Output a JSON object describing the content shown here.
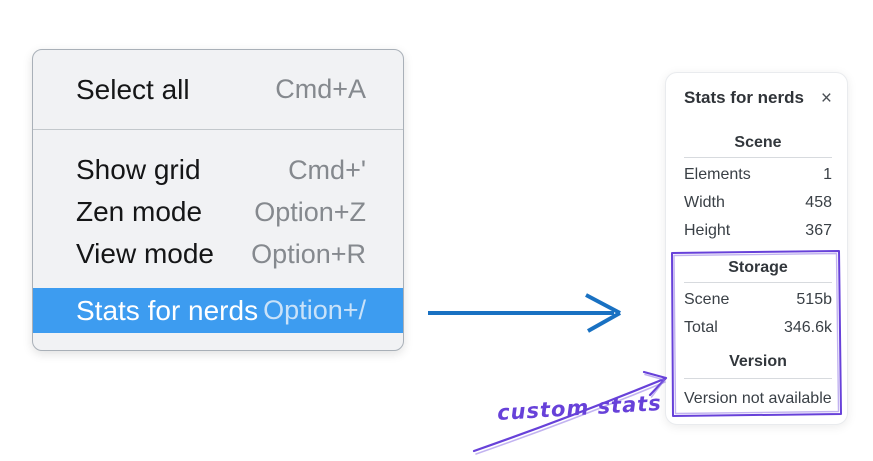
{
  "menu": {
    "items": [
      {
        "label": "Select all",
        "shortcut": "Cmd+A"
      },
      {
        "label": "Show grid",
        "shortcut": "Cmd+'"
      },
      {
        "label": "Zen mode",
        "shortcut": "Option+Z"
      },
      {
        "label": "View mode",
        "shortcut": "Option+R"
      },
      {
        "label": "Stats for nerds",
        "shortcut": "Option+/"
      }
    ],
    "highlighted_item": "Stats for nerds",
    "highlight_color": "#3d9cf0"
  },
  "panel": {
    "title": "Stats for nerds",
    "close_label": "×",
    "scene": {
      "heading": "Scene",
      "rows": [
        {
          "label": "Elements",
          "value": "1"
        },
        {
          "label": "Width",
          "value": "458"
        },
        {
          "label": "Height",
          "value": "367"
        }
      ]
    },
    "storage": {
      "heading": "Storage",
      "rows": [
        {
          "label": "Scene",
          "value": "515b"
        },
        {
          "label": "Total",
          "value": "346.6k"
        }
      ]
    },
    "version": {
      "heading": "Version",
      "note": "Version not available"
    }
  },
  "annotation": {
    "label": "custom stats",
    "color": "#6741d9"
  },
  "arrow_color": "#1971c2"
}
